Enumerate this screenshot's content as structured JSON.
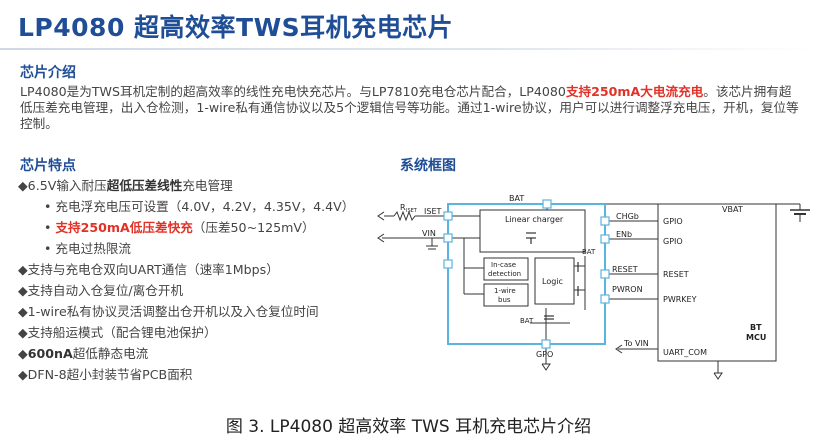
{
  "title": "LP4080 超高效率TWS耳机充电芯片",
  "intro": {
    "heading": "芯片介绍",
    "text_before": "LP4080是为TWS耳机定制的超高效率的线性充电快充芯片。与LP7810充电仓芯片配合，LP4080",
    "text_highlight": "支持250mA大电流充电",
    "text_after": "。该芯片拥有超低压差充电管理，出入仓检测，1-wire私有通信协议以及5个逻辑信号等功能。通过1-wire协议，用户可以进行调整浮充电压，开机，复位等控制。"
  },
  "features": {
    "heading": "芯片特点",
    "f1_pre": "◆6.5V输入耐压",
    "f1_bold": "超低压差线性",
    "f1_post": "充电管理",
    "s1": "• 充电浮充电压可设置（4.0V，4.2V，4.35V，4.4V）",
    "s2_bullet": "• ",
    "s2_red": "支持250mA低压差快充",
    "s2_post": "（压差50~125mV）",
    "s3": "• 充电过热限流",
    "f2": "◆支持与充电仓双向UART通信（速率1Mbps）",
    "f3": "◆支持自动入仓复位/离仓开机",
    "f4": "◆1-wire私有协议灵活调整出仓开机以及入仓复位时间",
    "f5": "◆支持船运模式（配合锂电池保护）",
    "f6_pre": "◆",
    "f6_bold": "600nA",
    "f6_post": "超低静态电流",
    "f7": "◆DFN-8超小封装节省PCB面积"
  },
  "diagram": {
    "heading": "系统框图",
    "labels": {
      "bat_top": "BAT",
      "vbat": "VBAT",
      "rset": "R",
      "rset_sub": "ISET",
      "iset": "ISET",
      "vin": "VIN",
      "linear_charger": "Linear charger",
      "chgb": "CHGb",
      "enb": "ENb",
      "bat_mid": "BAT",
      "reset": "RESET",
      "pwron": "PWRON",
      "incase1": "In-case",
      "incase2": "detection",
      "onewire1": "1-wire",
      "onewire2": "bus",
      "logic": "Logic",
      "bat_bottom": "BAT",
      "gpo": "GPO",
      "gpio1": "GPIO",
      "gpio2": "GPIO",
      "mcu_reset": "RESET",
      "pwrkey": "PWRKEY",
      "bt": "BT",
      "mcu": "MCU",
      "to_vin": "To VIN",
      "uart_com": "UART_COM"
    }
  },
  "caption": "图 3. LP4080 超高效率 TWS 耳机充电芯片介绍",
  "colors": {
    "title": "#1f4e96",
    "highlight": "#e23228",
    "chip_border": "#5ab4e0",
    "pin": "#5ab4e0"
  }
}
